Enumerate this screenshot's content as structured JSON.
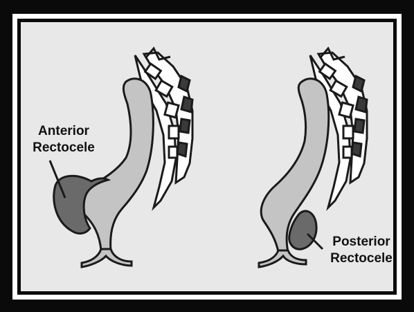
{
  "colors": {
    "outer_border": "#0a0a0a",
    "panel_background": "#e8e8e8",
    "rectum_fill": "#c4c4c4",
    "rectocele_fill": "#6a6a6a",
    "outline": "#1a1a1a",
    "sacrum_fill": "#ffffff"
  },
  "left_panel": {
    "label_line1": "Anterior",
    "label_line2": "Rectocele"
  },
  "right_panel": {
    "label_line1": "Posterior",
    "label_line2": "Rectocele"
  }
}
